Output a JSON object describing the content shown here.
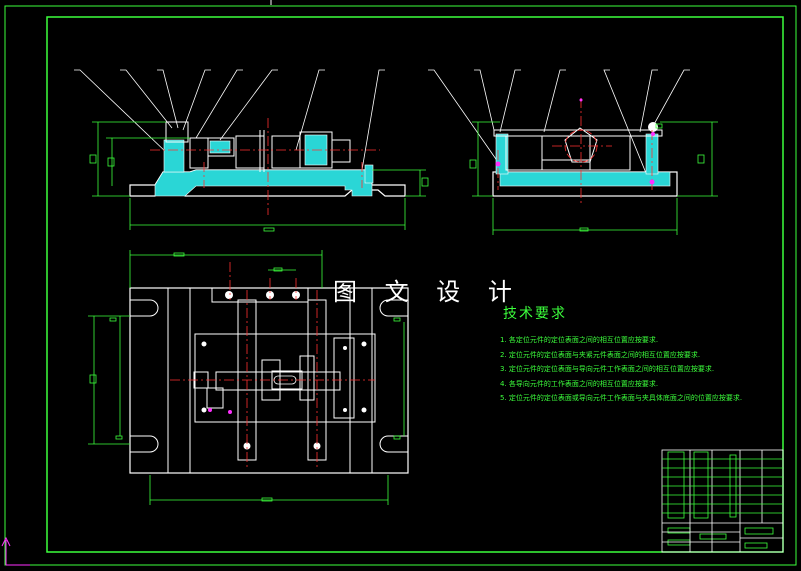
{
  "watermark": "图 文 设 计",
  "tech_requirements": {
    "title": "技术要求",
    "items": [
      "1. 各定位元件的定位表面之间的相互位置应按要求.",
      "2. 定位元件的定位表面与夹紧元件表面之间的相互位置应按要求.",
      "3. 定位元件的定位表面与导向元件工作表面之间的相互位置应按要求.",
      "4. 各导向元件的工作表面之间的相互位置应按要求.",
      "5. 定位元件的定位表面或导向元件工作表面与夹具体底面之间的位置应按要求."
    ]
  },
  "colors": {
    "background": "#000000",
    "frame": "#3cff3c",
    "outline": "#ffffff",
    "section_fill": "#2ad6d6",
    "centerline": "#ff3030",
    "dimension": "#3cff3c",
    "highlight": "#ff30ff"
  }
}
